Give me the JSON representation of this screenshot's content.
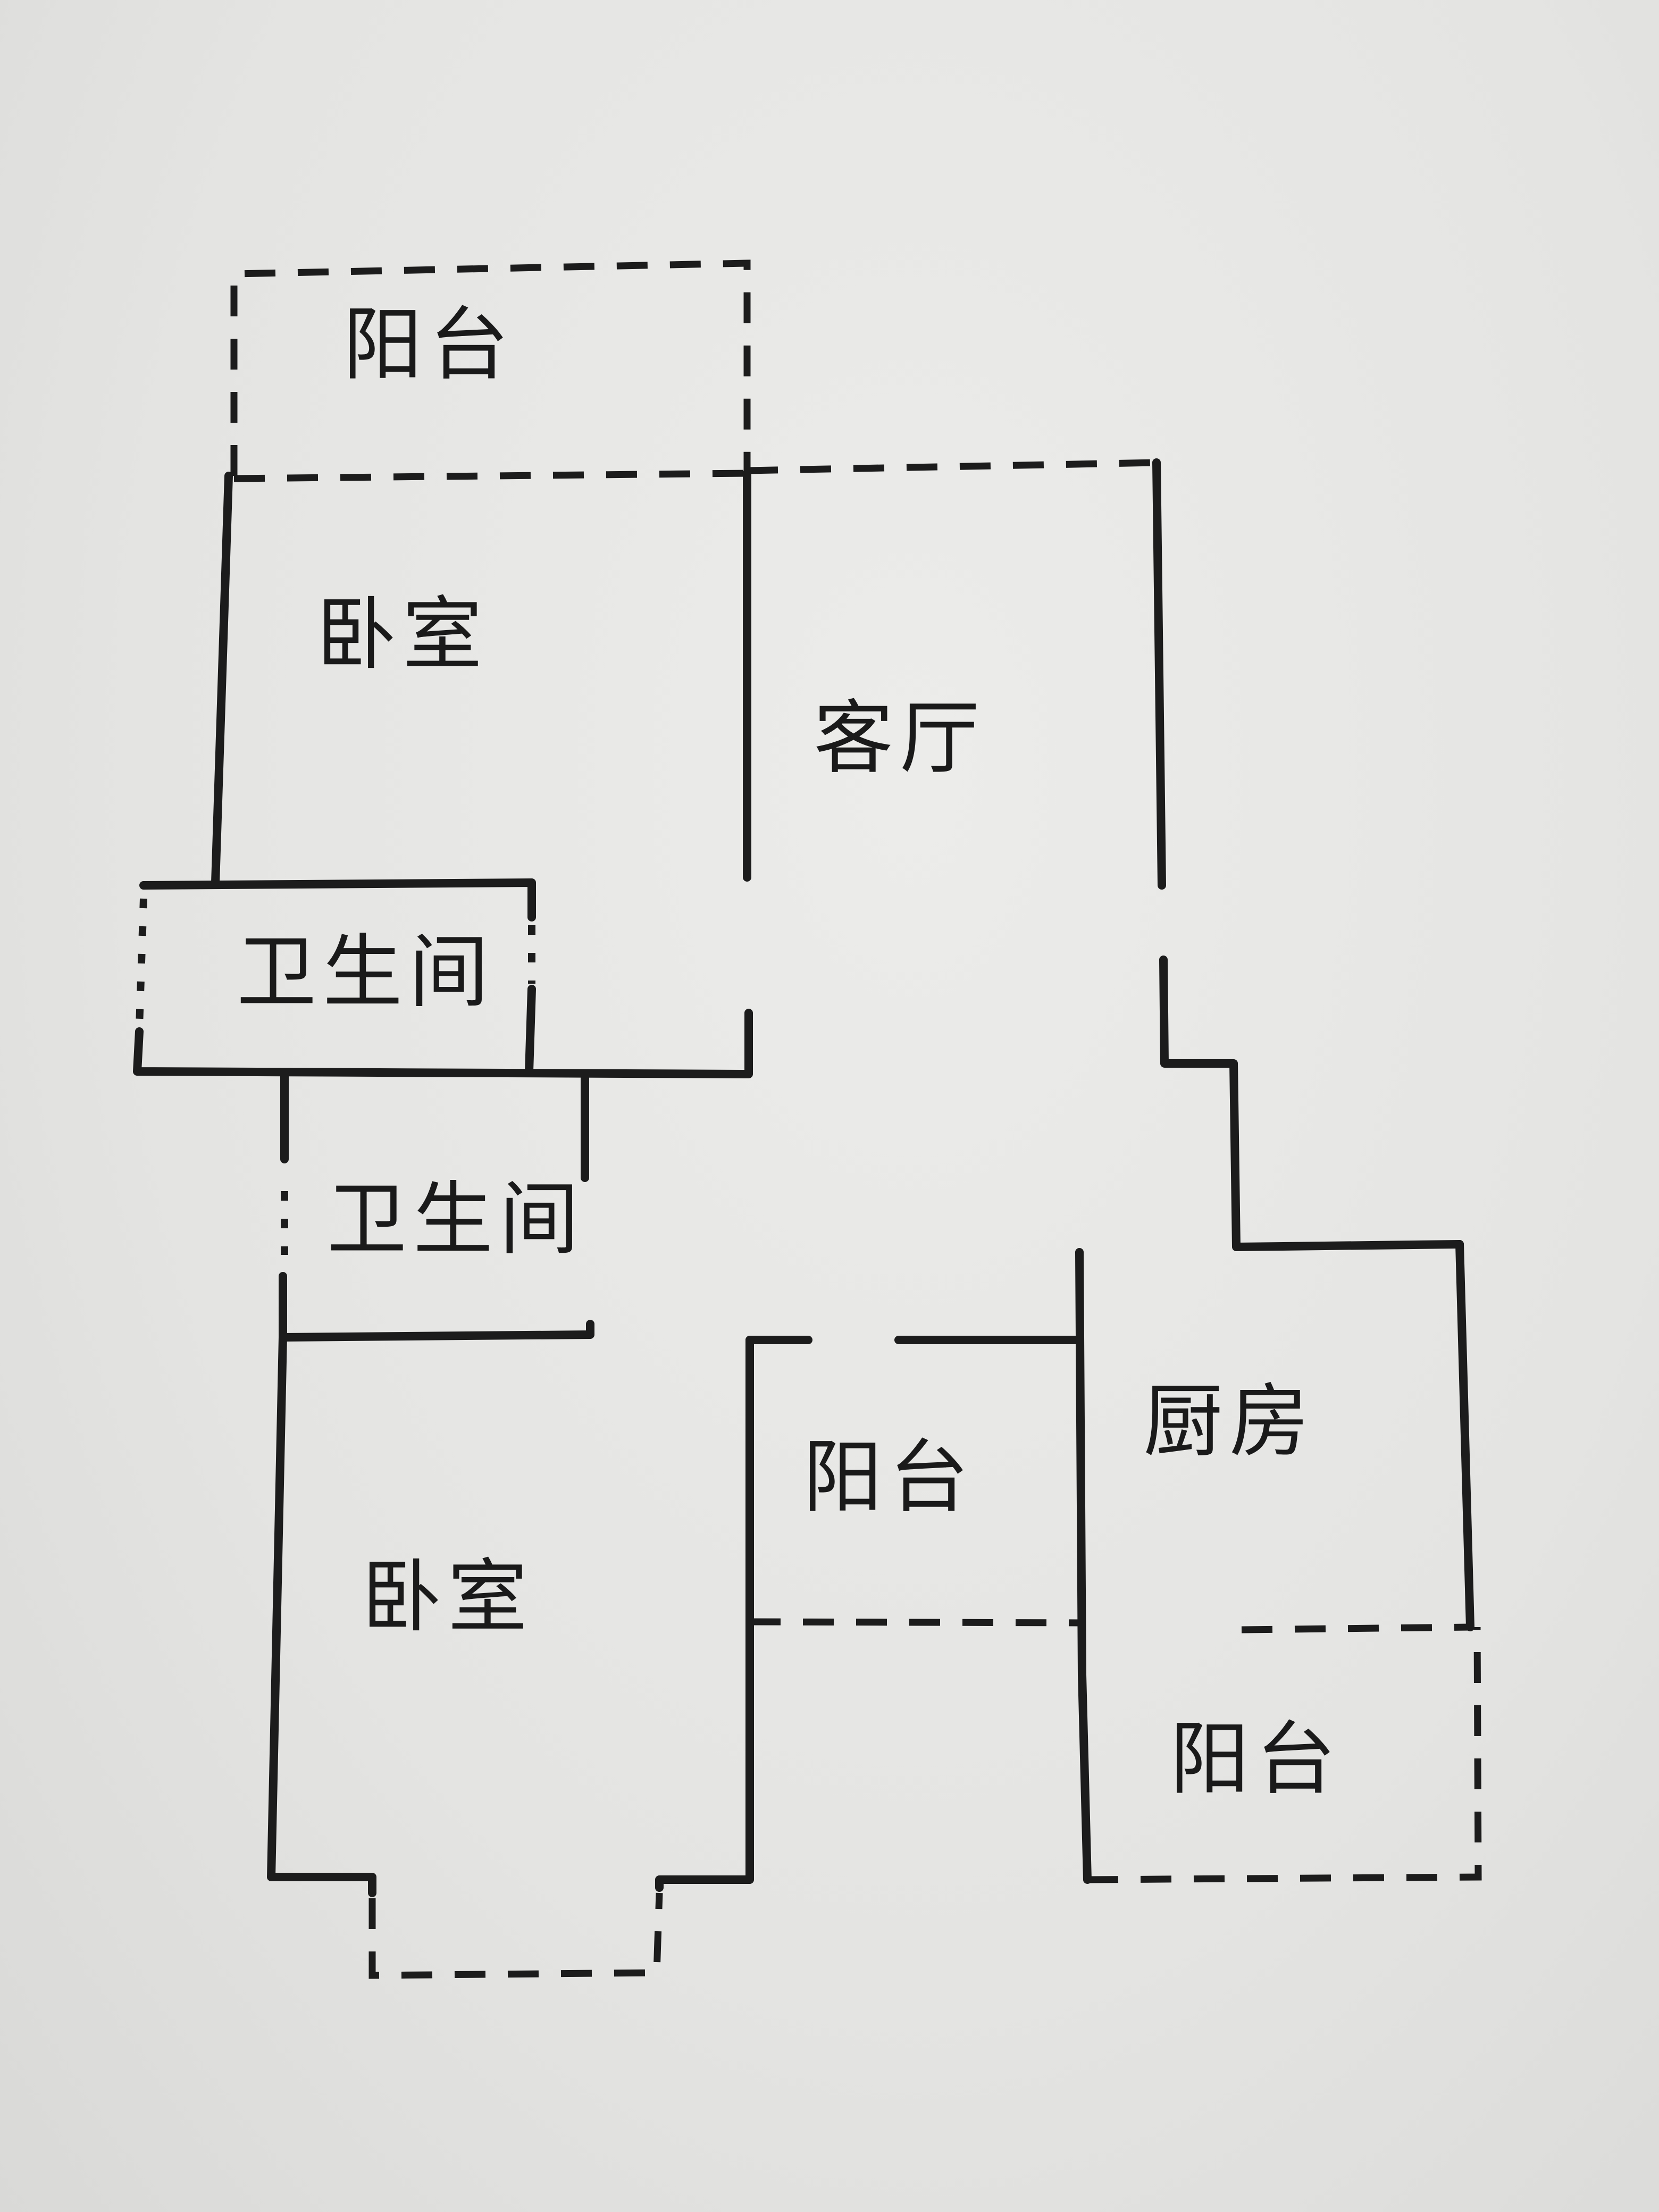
{
  "rooms": {
    "balcony_top": "阳台",
    "bedroom_top": "卧室",
    "living_room": "客厅",
    "bathroom_upper": "卫生间",
    "bathroom_lower": "卫生间",
    "bedroom_bottom": "卧室",
    "balcony_middle": "阳台",
    "kitchen": "厨房",
    "balcony_bottom": "阳台"
  },
  "colors": {
    "ink": "#1c1c1c",
    "paper": "#e6e6e4"
  }
}
